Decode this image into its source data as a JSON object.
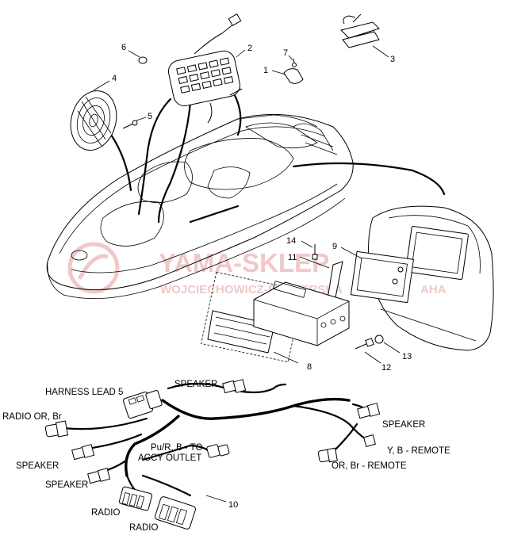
{
  "watermark": {
    "title": "YAMA-SKLEP",
    "subtitle": "WOJCIECHOWICZ-BUDZERSKA",
    "partial": "AHA"
  },
  "callouts": [
    "1",
    "2",
    "3",
    "4",
    "5",
    "6",
    "7",
    "8",
    "9",
    "10",
    "11",
    "12",
    "13",
    "14"
  ],
  "wire_labels": {
    "harness_lead": "HARNESS LEAD 5",
    "radio_or_br": "RADIO OR, Br",
    "speaker_top": "SPEAKER",
    "speaker_right": "SPEAKER",
    "speaker_left1": "SPEAKER",
    "speaker_left2": "SPEAKER",
    "accy_outlet_line1": "Pu/R, B - TO",
    "accy_outlet_line2": "ACCY OUTLET",
    "y_b_remote": "Y, B - REMOTE",
    "or_br_remote": "OR, Br - REMOTE",
    "radio1": "RADIO",
    "radio2": "RADIO"
  },
  "colors": {
    "line": "#000000",
    "watermark": "#f0c8c8",
    "background": "#ffffff"
  }
}
